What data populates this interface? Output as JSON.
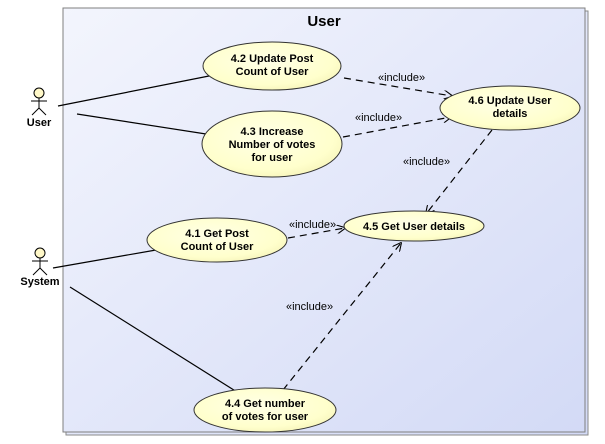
{
  "diagram": {
    "type": "use-case",
    "boundary": {
      "title": "User"
    },
    "actors": [
      {
        "id": "user",
        "label": "User"
      },
      {
        "id": "system",
        "label": "System"
      }
    ],
    "use_cases": [
      {
        "id": "uc42",
        "lines": [
          "4.2 Update Post",
          "Count of User"
        ]
      },
      {
        "id": "uc43",
        "lines": [
          "4.3 Increase",
          "Number of votes",
          "for user"
        ]
      },
      {
        "id": "uc46",
        "lines": [
          "4.6 Update User",
          "details"
        ]
      },
      {
        "id": "uc41",
        "lines": [
          "4.1 Get Post",
          "Count of User"
        ]
      },
      {
        "id": "uc45",
        "lines": [
          "4.5 Get User details"
        ]
      },
      {
        "id": "uc44",
        "lines": [
          "4.4 Get number",
          "of votes for user"
        ]
      }
    ],
    "associations": [
      {
        "actor": "user",
        "use_case": "uc42"
      },
      {
        "actor": "user",
        "use_case": "uc43"
      },
      {
        "actor": "system",
        "use_case": "uc41"
      },
      {
        "actor": "system",
        "use_case": "uc44"
      }
    ],
    "includes": [
      {
        "from": "uc42",
        "to": "uc46",
        "label": "«include»"
      },
      {
        "from": "uc43",
        "to": "uc46",
        "label": "«include»"
      },
      {
        "from": "uc46",
        "to": "uc45",
        "label": "«include»"
      },
      {
        "from": "uc41",
        "to": "uc45",
        "label": "«include»"
      },
      {
        "from": "uc44",
        "to": "uc45",
        "label": "«include»"
      }
    ],
    "colors": {
      "boundary_fill_start": "#f3f5fd",
      "boundary_fill_end": "#d3daf6",
      "boundary_stroke": "#7f7f7f",
      "use_case_fill": "#ffffcc",
      "use_case_fill_edge": "#f3f0b3",
      "use_case_stroke": "#333333",
      "actor_fill": "#fff8c8",
      "line": "#000000"
    }
  }
}
